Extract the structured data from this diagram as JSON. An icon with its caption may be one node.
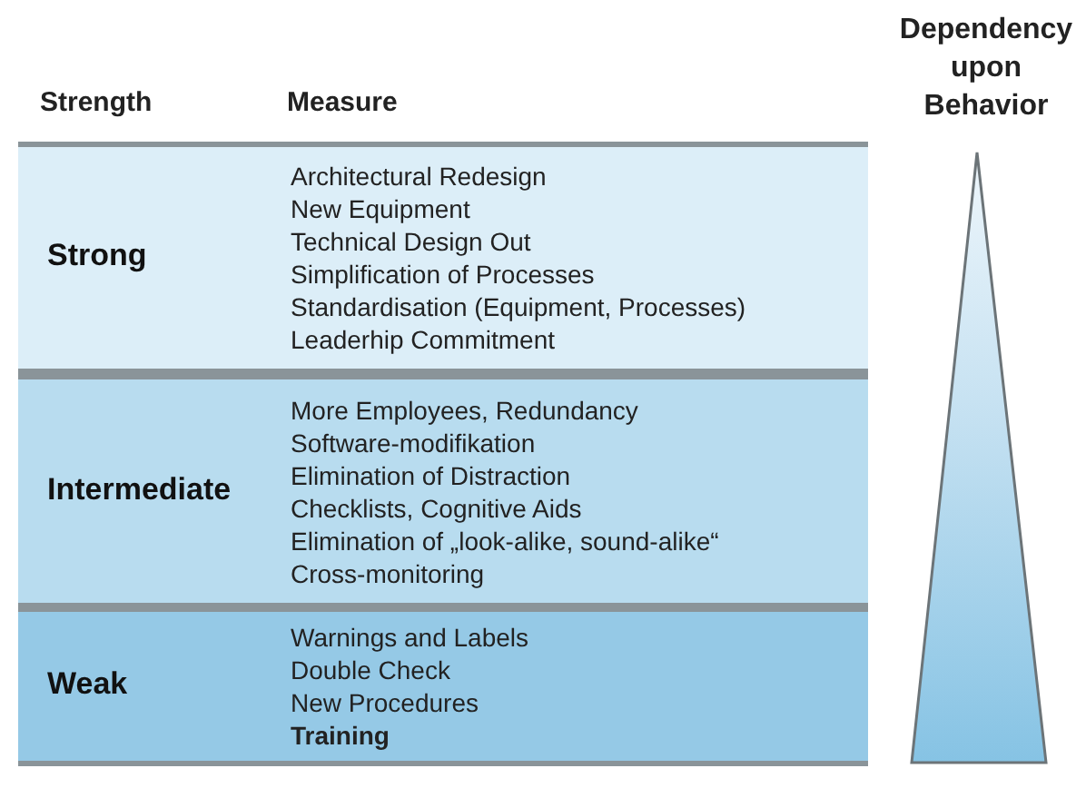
{
  "diagram": {
    "nodes": [
      {
        "text": [
          "Strong",
          "Architectural Redesign",
          "New Equipment",
          "Technical Design Out",
          "Simplification of Processes",
          "Standardisation (Equipment, Processes)",
          "Leaderhip Commitment"
        ]
      },
      {
        "text": [
          "Intermediate",
          "More Employees,  Redundancy",
          "Software-modifikation",
          "Elimination of Distraction",
          "Checklists, Cognitive Aids",
          "Elimination of „look-alike, sound-alike“",
          "Cross-monitoring"
        ]
      },
      {
        "text": [
          "Weak",
          "Warnings and Labels",
          "Double Check",
          "New Procedures",
          "Training"
        ]
      },
      {
        "text": [
          "Dependency upon Behavior"
        ]
      }
    ],
    "edges": [],
    "labels": [
      "Strength",
      "Measure"
    ]
  }
}
